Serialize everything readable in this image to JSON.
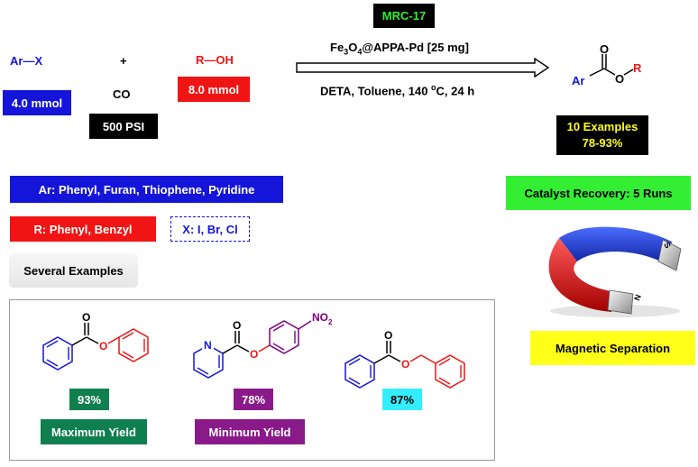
{
  "reaction": {
    "catalyst_tag": "MRC-17",
    "catalyst_line": {
      "pre": "Fe",
      "sub1": "3",
      "mid": "O",
      "sub2": "4",
      "post": "@APPA-Pd [25 mg]"
    },
    "conditions_line": {
      "pre": "DETA, Toluene, 140 ",
      "sup": "o",
      "post": "C, 24 h"
    },
    "reactant_arx": "Ar—X",
    "arx_amount": "4.0 mmol",
    "plus": "+",
    "co": "CO",
    "co_pressure": "500 PSI",
    "roh": "R—OH",
    "roh_amount": "8.0 mmol",
    "product_labels": {
      "ar": "Ar",
      "o_carbonyl": "O",
      "o_ester": "O",
      "r": "R"
    },
    "examples_count": "10 Examples",
    "yield_range": "78-93%"
  },
  "scope": {
    "ar": "Ar: Phenyl, Furan, Thiophene, Pyridine",
    "r": "R: Phenyl, Benzyl",
    "x": "X: I, Br, Cl",
    "several_examples": "Several Examples"
  },
  "catalyst_panel": {
    "recovery": "Catalyst Recovery: 5 Runs",
    "separation": "Magnetic Separation",
    "magnet_poles": [
      "S",
      "N"
    ]
  },
  "examples": [
    {
      "yield": "93%",
      "label": "Maximum Yield",
      "atoms": [
        "O",
        "O"
      ]
    },
    {
      "yield": "78%",
      "label": "Minimum Yield",
      "atoms": [
        "O",
        "N",
        "O",
        "NO",
        "2"
      ]
    },
    {
      "yield": "87%",
      "label": "",
      "atoms": [
        "O",
        "O"
      ]
    }
  ],
  "colors": {
    "blue": "#1515d9",
    "red": "#f01414",
    "black": "#000000",
    "green": "#33ee33",
    "yellow": "#ffff1a",
    "teal": "#0f7f4f",
    "purple": "#8a1a8a",
    "cyan": "#33eeff"
  }
}
